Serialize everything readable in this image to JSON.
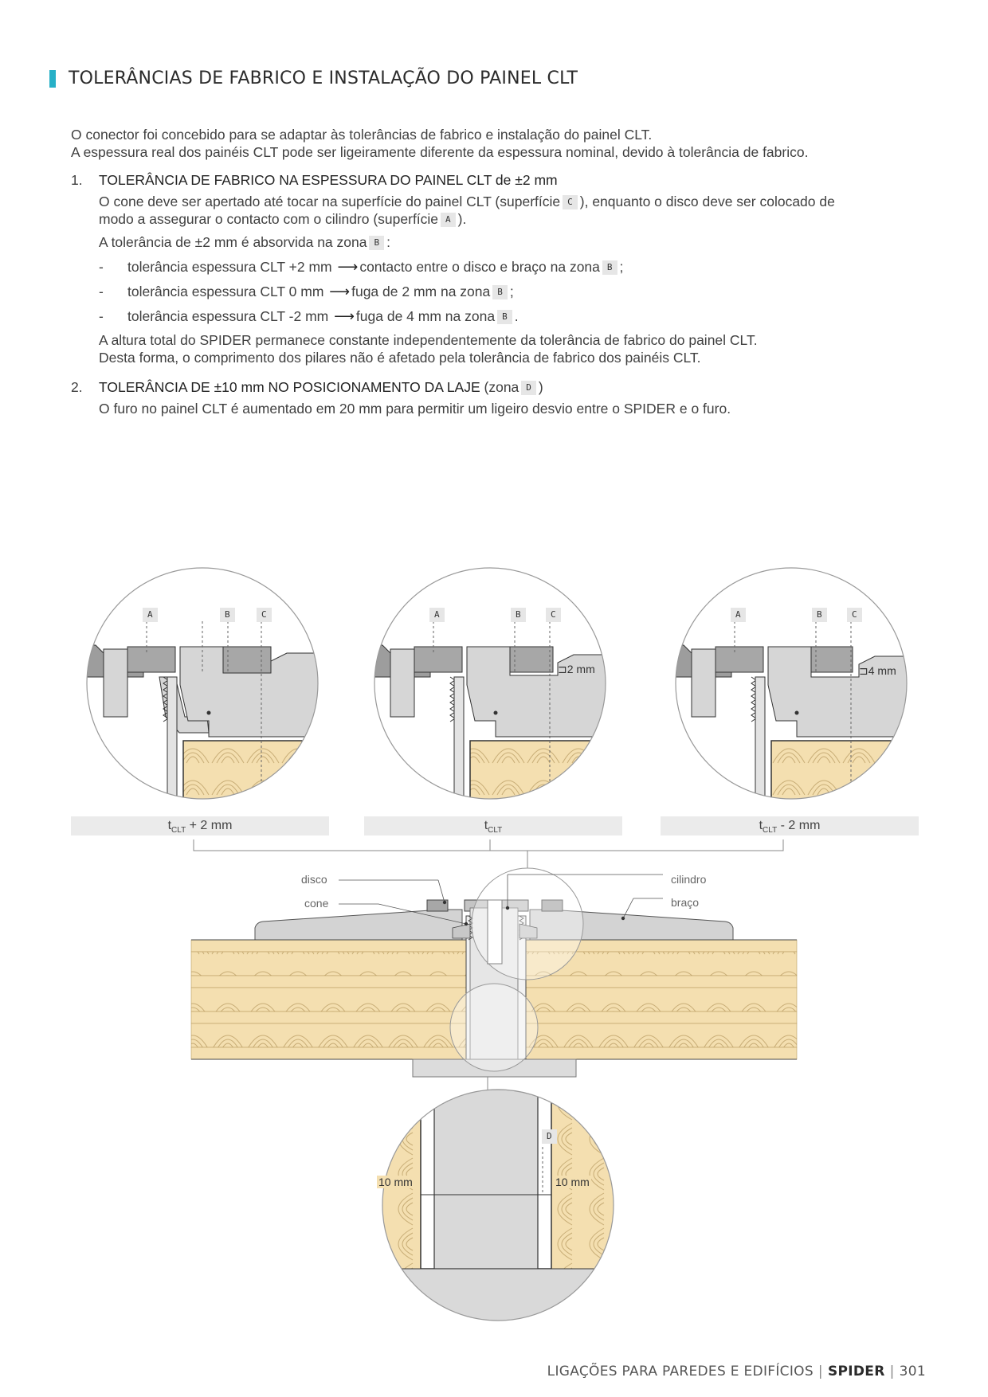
{
  "header": {
    "title": "TOLERÂNCIAS DE FABRICO E INSTALAÇÃO DO PAINEL CLT"
  },
  "intro": {
    "line1": "O conector foi concebido para se adaptar às tolerâncias de fabrico e instalação do painel CLT.",
    "line2": "A espessura real dos painéis CLT pode ser ligeiramente diferente da espessura nominal, devido à tolerância de fabrico."
  },
  "item1": {
    "number": "1.",
    "title": "TOLERÂNCIA DE FABRICO NA ESPESSURA DO PAINEL CLT de ±2 mm",
    "p1_a": "O cone deve ser apertado até tocar na superfície do painel CLT (superfície",
    "p1_tag": "C",
    "p1_b": "), enquanto o disco deve ser colocado de",
    "p2_a": "modo a assegurar o contacto com o cilindro (superfície",
    "p2_tag": "A",
    "p2_b": ").",
    "p3_a": "A tolerância de ±2 mm é absorvida na zona",
    "p3_tag": "B",
    "p3_b": ":",
    "bullets": [
      {
        "dash": "-",
        "left": "tolerância espessura CLT +2 mm",
        "arrow": "⟶",
        "right": "contacto entre o disco e braço na zona",
        "tag": "B",
        "end": ";"
      },
      {
        "dash": "-",
        "left": "tolerância espessura CLT 0 mm",
        "arrow": "⟶",
        "right": "fuga de 2 mm na zona",
        "tag": "B",
        "end": ";"
      },
      {
        "dash": "-",
        "left": "tolerância espessura CLT -2 mm",
        "arrow": "⟶",
        "right": "fuga de 4 mm na zona",
        "tag": "B",
        "end": "."
      }
    ],
    "p4": "A altura total do SPIDER permanece constante independentemente da tolerância de fabrico do painel CLT.",
    "p5": "Desta forma, o comprimento dos pilares não é afetado pela tolerância de fabrico dos painéis CLT."
  },
  "item2": {
    "number": "2.",
    "title": "TOLERÂNCIA DE ±10 mm NO POSICIONAMENTO DA LAJE",
    "title_suffix_a": " (zona",
    "tag": "D",
    "title_suffix_b": ")",
    "p1": "O furo no painel CLT é aumentado em 20 mm para permitir um ligeiro desvio entre o SPIDER e o furo."
  },
  "details": [
    {
      "labels": [
        "A",
        "B",
        "C"
      ],
      "gap": "",
      "band_main": "t",
      "band_sub": "CLT",
      "band_suffix": " + 2 mm"
    },
    {
      "labels": [
        "A",
        "B",
        "C"
      ],
      "gap": "2 mm",
      "band_main": "t",
      "band_sub": "CLT",
      "band_suffix": ""
    },
    {
      "labels": [
        "A",
        "B",
        "C"
      ],
      "gap": "4 mm",
      "band_main": "t",
      "band_sub": "CLT",
      "band_suffix": " - 2 mm"
    }
  ],
  "assembly": {
    "disco": "disco",
    "cone": "cone",
    "cilindro": "cilindro",
    "braco": "braço"
  },
  "bottom_detail": {
    "tag": "D",
    "left_gap": "10 mm",
    "right_gap": "10 mm"
  },
  "footer": {
    "section": "LIGAÇÕES PARA PAREDES E EDIFÍCIOS",
    "product": "SPIDER",
    "page": "301",
    "sep": "|"
  },
  "colors": {
    "accent": "#27b0c7",
    "wood": "#f4dfb0",
    "steel": "#d9d9d9"
  }
}
